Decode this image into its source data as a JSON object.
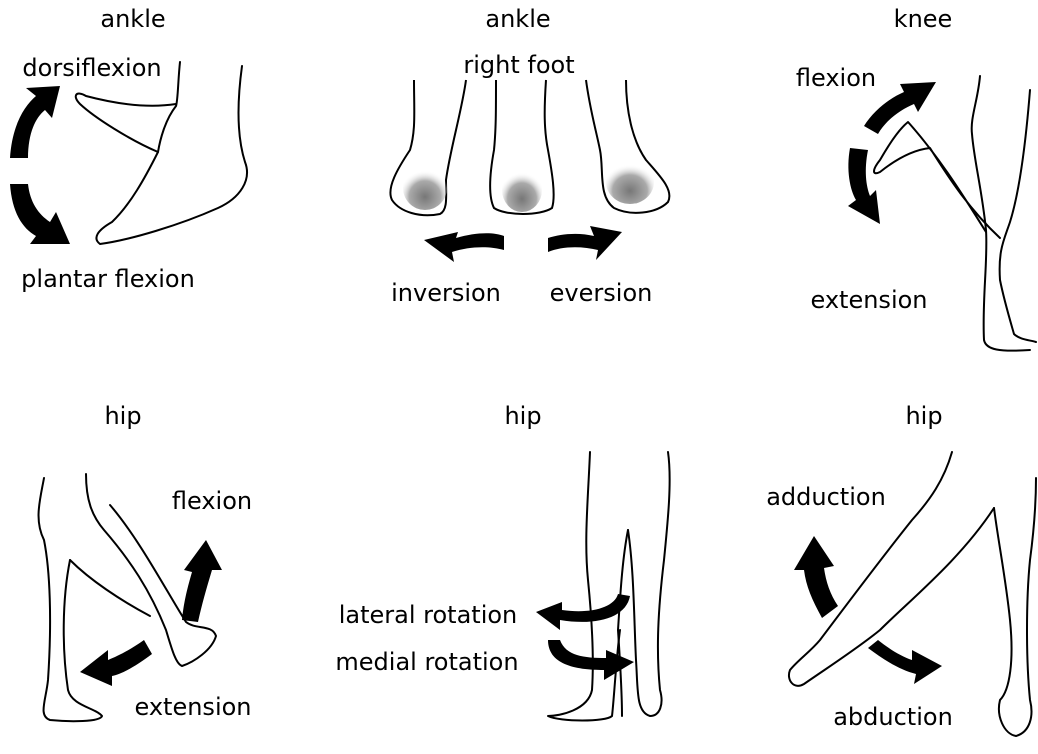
{
  "panels": {
    "ankle_flexion": {
      "title": "ankle",
      "top_label": "dorsiflexion",
      "bottom_label": "plantar flexion"
    },
    "ankle_inversion": {
      "title": "ankle",
      "subtitle": "right foot",
      "left_label": "inversion",
      "right_label": "eversion"
    },
    "knee": {
      "title": "knee",
      "top_label": "flexion",
      "bottom_label": "extension"
    },
    "hip_flexion": {
      "title": "hip",
      "top_label": "flexion",
      "bottom_label": "extension"
    },
    "hip_rotation": {
      "title": "hip",
      "top_label": "lateral rotation",
      "bottom_label": "medial rotation"
    },
    "hip_abduction": {
      "title": "hip",
      "top_label": "adduction",
      "bottom_label": "abduction"
    }
  },
  "colors": {
    "stroke": "#000000",
    "background": "#ffffff",
    "shade": "#888888"
  }
}
